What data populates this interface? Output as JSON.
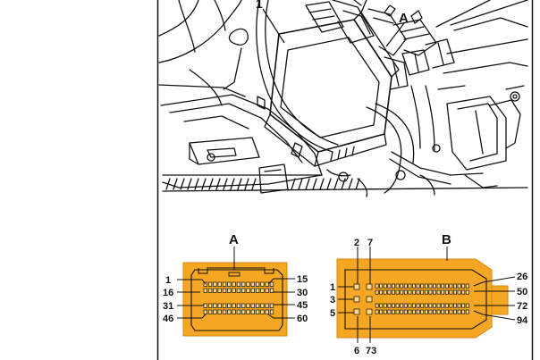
{
  "photo": {
    "callouts": {
      "item1": "1",
      "itemA": "A"
    }
  },
  "diagram": {
    "connector_a": {
      "title": "A",
      "pins": {
        "row1_left": "1",
        "row1_right": "15",
        "row2_left": "16",
        "row2_right": "30",
        "row3_left": "31",
        "row3_right": "45",
        "row4_left": "46",
        "row4_right": "60"
      }
    },
    "connector_b": {
      "title": "B",
      "pins": {
        "top_2": "2",
        "top_7": "7",
        "left_1": "1",
        "left_3": "3",
        "left_5": "5",
        "right_26": "26",
        "right_50": "50",
        "right_72": "72",
        "right_94": "94",
        "bottom_6": "6",
        "bottom_73": "73"
      }
    },
    "colors": {
      "connector_fill": "#F5A623",
      "connector_dark": "#D4880F",
      "line": "#111111"
    }
  }
}
